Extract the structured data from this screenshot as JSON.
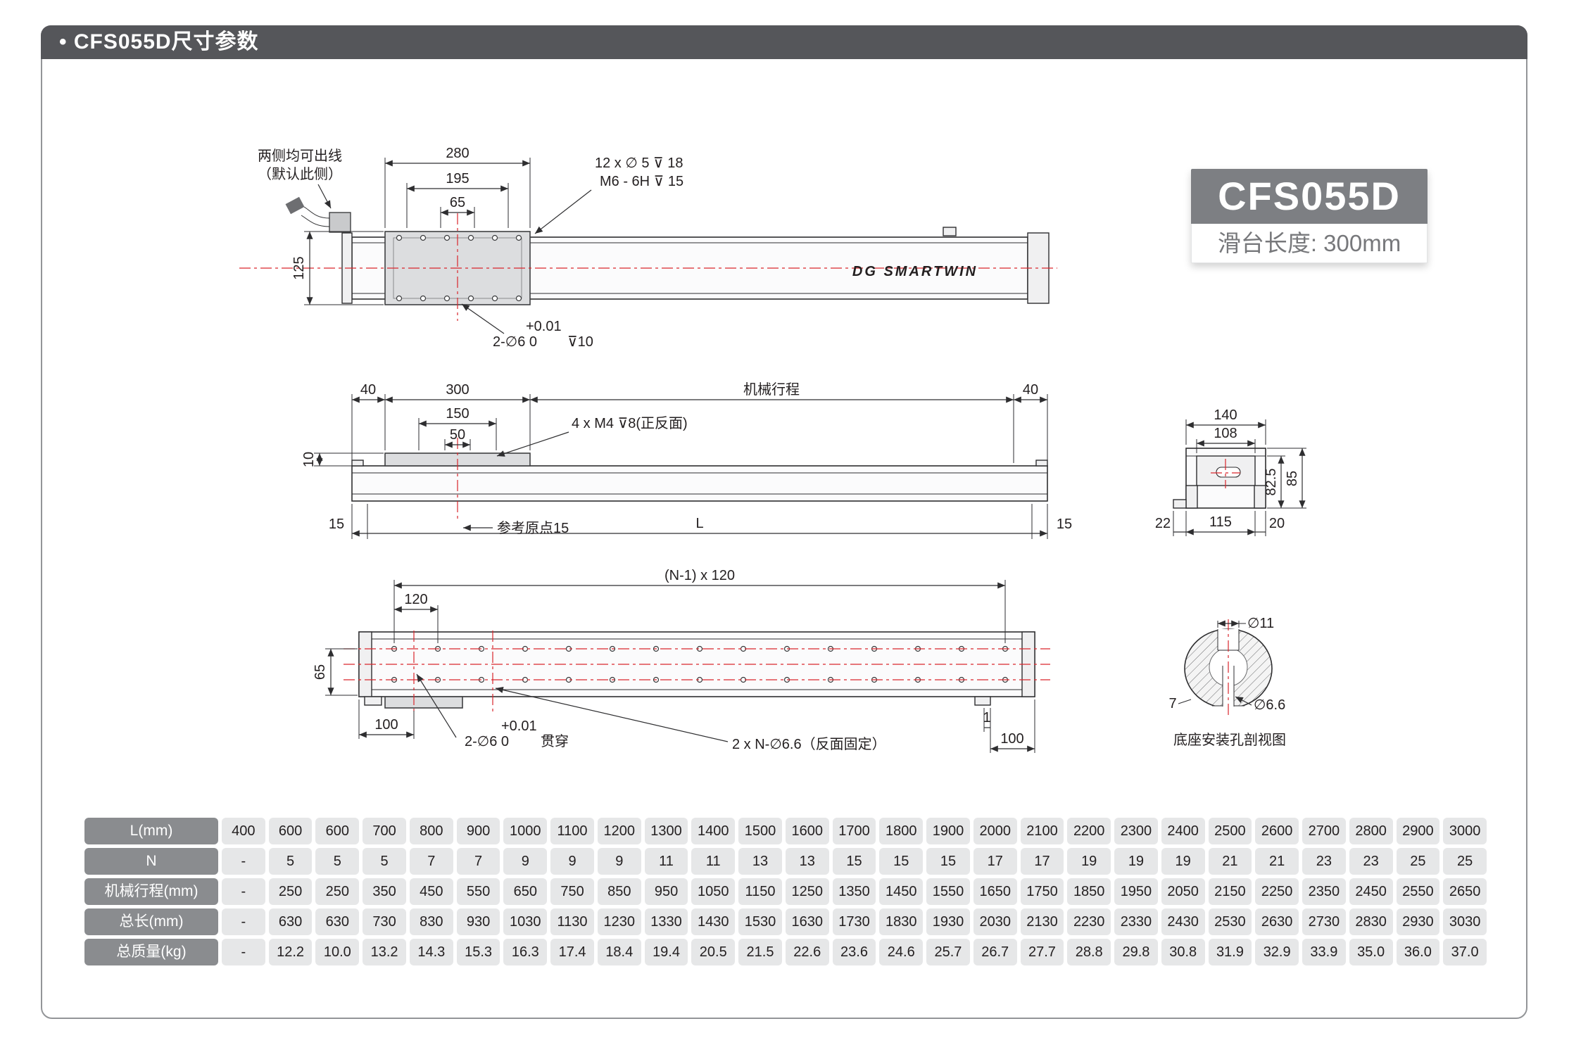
{
  "header": {
    "title": "• CFS055D尺寸参数"
  },
  "badge": {
    "model": "CFS055D",
    "slider_length": "滑台长度: 300mm"
  },
  "colors": {
    "header_bar": "#55565a",
    "badge_gray": "#7d7f83",
    "table_header": "#8a8c8f",
    "table_cell": "#e6e7e8",
    "accent_red": "#d9262c"
  },
  "top_view": {
    "cable_note_1": "两侧均可出线",
    "cable_note_2": "（默认此侧）",
    "dim_280": "280",
    "dim_195": "195",
    "dim_65": "65",
    "dim_125": "125",
    "hole_note_1": "12 x ∅ 5 ⊽ 18",
    "hole_note_2": "M6 - 6H ⊽ 15",
    "pin_tol": "+0.01",
    "pin_note": "2-∅6  0",
    "pin_depth": "⊽10",
    "brand": "DG SMARTWIN"
  },
  "side_view": {
    "dim_40_left": "40",
    "dim_300": "300",
    "stroke_label": "机械行程",
    "dim_40_right": "40",
    "dim_150": "150",
    "dim_50": "50",
    "dim_10": "10",
    "tap_note": "4 x M4 ⊽8(正反面)",
    "origin_note": "参考原点15",
    "dim_15_left": "15",
    "dim_L": "L",
    "dim_15_right": "15"
  },
  "end_view": {
    "dim_140": "140",
    "dim_108": "108",
    "dim_82_5": "82.5",
    "dim_85": "85",
    "dim_22": "22",
    "dim_115": "115",
    "dim_20": "20"
  },
  "bottom_view": {
    "dim_pitch_total": "(N-1) x 120",
    "dim_120": "120",
    "dim_65": "65",
    "dim_100_left": "100",
    "pin_tol": "+0.01",
    "pin_note": "2-∅6  0",
    "pin_suffix": "贯穿",
    "mount_note": "2 x N-∅6.6（反面固定）",
    "dim_1": "1",
    "dim_100_right": "100"
  },
  "section_view": {
    "dim_d11": "∅11",
    "dim_d66": "∅6.6",
    "dim_7": "7",
    "caption": "底座安装孔剖视图"
  },
  "table": {
    "rows": [
      {
        "header": "L(mm)",
        "values": [
          "400",
          "600",
          "600",
          "700",
          "800",
          "900",
          "1000",
          "1100",
          "1200",
          "1300",
          "1400",
          "1500",
          "1600",
          "1700",
          "1800",
          "1900",
          "2000",
          "2100",
          "2200",
          "2300",
          "2400",
          "2500",
          "2600",
          "2700",
          "2800",
          "2900",
          "3000"
        ]
      },
      {
        "header": "N",
        "values": [
          "-",
          "5",
          "5",
          "5",
          "7",
          "7",
          "9",
          "9",
          "9",
          "11",
          "11",
          "13",
          "13",
          "15",
          "15",
          "15",
          "17",
          "17",
          "19",
          "19",
          "19",
          "21",
          "21",
          "23",
          "23",
          "25",
          "25"
        ]
      },
      {
        "header": "机械行程(mm)",
        "values": [
          "-",
          "250",
          "250",
          "350",
          "450",
          "550",
          "650",
          "750",
          "850",
          "950",
          "1050",
          "1150",
          "1250",
          "1350",
          "1450",
          "1550",
          "1650",
          "1750",
          "1850",
          "1950",
          "2050",
          "2150",
          "2250",
          "2350",
          "2450",
          "2550",
          "2650"
        ]
      },
      {
        "header": "总长(mm)",
        "values": [
          "-",
          "630",
          "630",
          "730",
          "830",
          "930",
          "1030",
          "1130",
          "1230",
          "1330",
          "1430",
          "1530",
          "1630",
          "1730",
          "1830",
          "1930",
          "2030",
          "2130",
          "2230",
          "2330",
          "2430",
          "2530",
          "2630",
          "2730",
          "2830",
          "2930",
          "3030"
        ]
      },
      {
        "header": "总质量(kg)",
        "values": [
          "-",
          "12.2",
          "10.0",
          "13.2",
          "14.3",
          "15.3",
          "16.3",
          "17.4",
          "18.4",
          "19.4",
          "20.5",
          "21.5",
          "22.6",
          "23.6",
          "24.6",
          "25.7",
          "26.7",
          "27.7",
          "28.8",
          "29.8",
          "30.8",
          "31.9",
          "32.9",
          "33.9",
          "35.0",
          "36.0",
          "37.0"
        ]
      }
    ]
  }
}
